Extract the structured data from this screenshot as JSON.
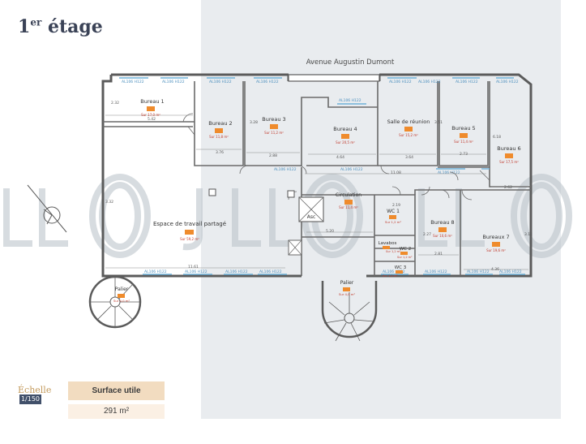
{
  "floor": {
    "title_main": "1",
    "title_sup": "er",
    "title_rest": " étage"
  },
  "street": "Avenue Augustin Dumont",
  "watermark": "JLL",
  "rooms": [
    {
      "id": "bureau-1",
      "name": "Bureau 1",
      "area": "Sur 17,0 m²"
    },
    {
      "id": "bureau-2",
      "name": "Bureau 2",
      "area": "Sur 11,8 m²"
    },
    {
      "id": "bureau-3",
      "name": "Bureau 3",
      "area": "Sur 11,2 m²"
    },
    {
      "id": "bureau-4",
      "name": "Bureau 4",
      "area": "Sur 20,5 m²"
    },
    {
      "id": "salle-reunion",
      "name": "Salle de réunion",
      "area": "Sur 15,2 m²"
    },
    {
      "id": "bureau-5",
      "name": "Bureau 5",
      "area": "Sur 11,4 m²"
    },
    {
      "id": "bureau-6",
      "name": "Bureau 6",
      "area": "Sur 17,5 m²"
    },
    {
      "id": "circulation",
      "name": "Circulation",
      "area": "Sur 11,4 m²"
    },
    {
      "id": "asc",
      "name": "Asc",
      "area": ""
    },
    {
      "id": "wc-1",
      "name": "WC 1",
      "area": "Sur 1,2 m²"
    },
    {
      "id": "lavabos",
      "name": "Lavabos",
      "area": "Sur 1,2 m²"
    },
    {
      "id": "wc-2",
      "name": "WC 2",
      "area": "Sur 1,2 m²"
    },
    {
      "id": "wc-3",
      "name": "WC 3",
      "area": "Sur 1,2 m²"
    },
    {
      "id": "bureau-8",
      "name": "Bureau 8",
      "area": "Sur 10,6 m²"
    },
    {
      "id": "bureau-7",
      "name": "Bureaux 7",
      "area": "Sur 19,6 m²"
    },
    {
      "id": "espace",
      "name": "Espace de travail partagé",
      "area": "Sur 59,2 m²"
    },
    {
      "id": "palier-left",
      "name": "Palier",
      "area": "Sur 4,0 m²"
    },
    {
      "id": "palier-right",
      "name": "Palier",
      "area": "Sur 4,0 m²"
    }
  ],
  "dimensions": [
    "5.42",
    "2.32",
    "3.76",
    "2.88",
    "4.64",
    "3.51",
    "3.64",
    "3.28",
    "2.73",
    "6.18",
    "2.62",
    "11.08",
    "5.20",
    "11.61",
    "2.19",
    "2.27",
    "2.81",
    "4.36",
    "3.32",
    "3.12"
  ],
  "window_tags": [
    "AL106 H122",
    "AL106 H122",
    "AL106 H122",
    "AL106 H122",
    "AL106 H122",
    "AL106 H122",
    "AL106 H122",
    "AL106 H122",
    "AL106 H122",
    "AL106 H122",
    "AL106 H122",
    "AL106 H122",
    "AL106 H122",
    "AL106 H122",
    "AL106 H122",
    "AL106 H122",
    "AL106 H122",
    "AL106 H122",
    "AL106 H122",
    "AL106 H122"
  ],
  "legend": {
    "scale_label": "Échelle",
    "scale_value": "1/150",
    "surface_label": "Surface utile",
    "surface_value": "291 m²"
  }
}
